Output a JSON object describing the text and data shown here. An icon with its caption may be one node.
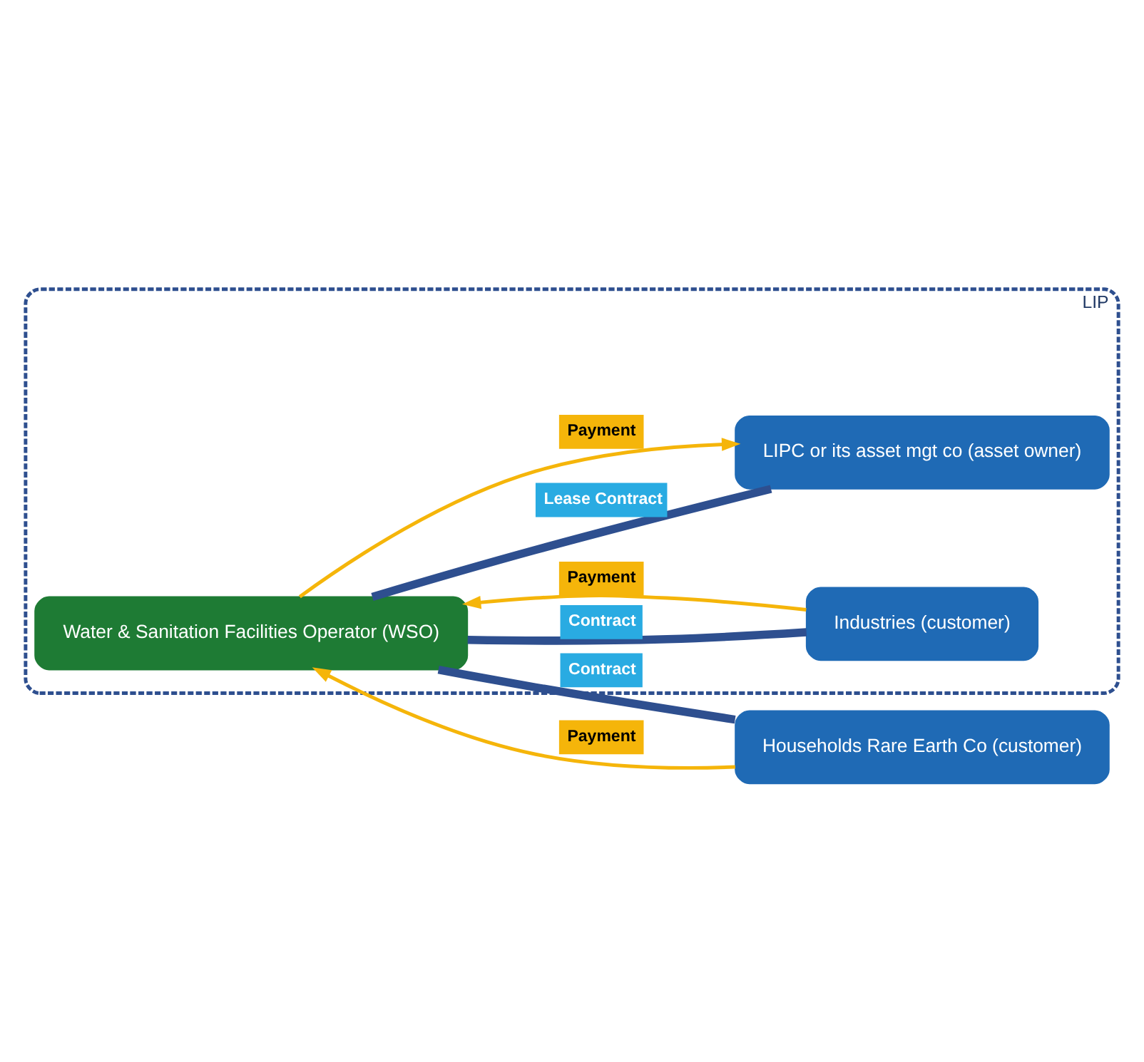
{
  "diagram": {
    "nodes": [
      {
        "text": [
          "LIP"
        ]
      },
      {
        "text": [
          "Industries (customer)"
        ],
        "in": 0
      },
      {
        "text": [
          "Water & Sanitation Facilities Operator (WSO)"
        ],
        "in": 0
      },
      {
        "text": [
          "LIPC or its asset mgt co (asset owner)"
        ],
        "in": 0
      },
      {
        "text": [
          "Households Rare Earth Co (customer)"
        ]
      }
    ],
    "edges": [
      {
        "from": 2,
        "to": 1,
        "arrow": "none",
        "label": "Contract",
        "style": "thick",
        "color": "#2e4f8f"
      },
      {
        "from": 1,
        "to": 2,
        "arrow": "to",
        "label": "Payment",
        "color": "#f5b50a"
      },
      {
        "from": 2,
        "to": 3,
        "arrow": "none",
        "label": "Lease Contract",
        "style": "thick",
        "color": "#2e4f8f"
      },
      {
        "from": 2,
        "to": 3,
        "arrow": "to",
        "label": "Payment",
        "color": "#f5b50a"
      },
      {
        "from": 2,
        "to": 4,
        "arrow": "none",
        "label": "Contract",
        "style": "thick",
        "color": "#2e4f8f"
      },
      {
        "from": 4,
        "to": 2,
        "arrow": "to",
        "label": "Payment",
        "color": "#f5b50a"
      }
    ]
  }
}
